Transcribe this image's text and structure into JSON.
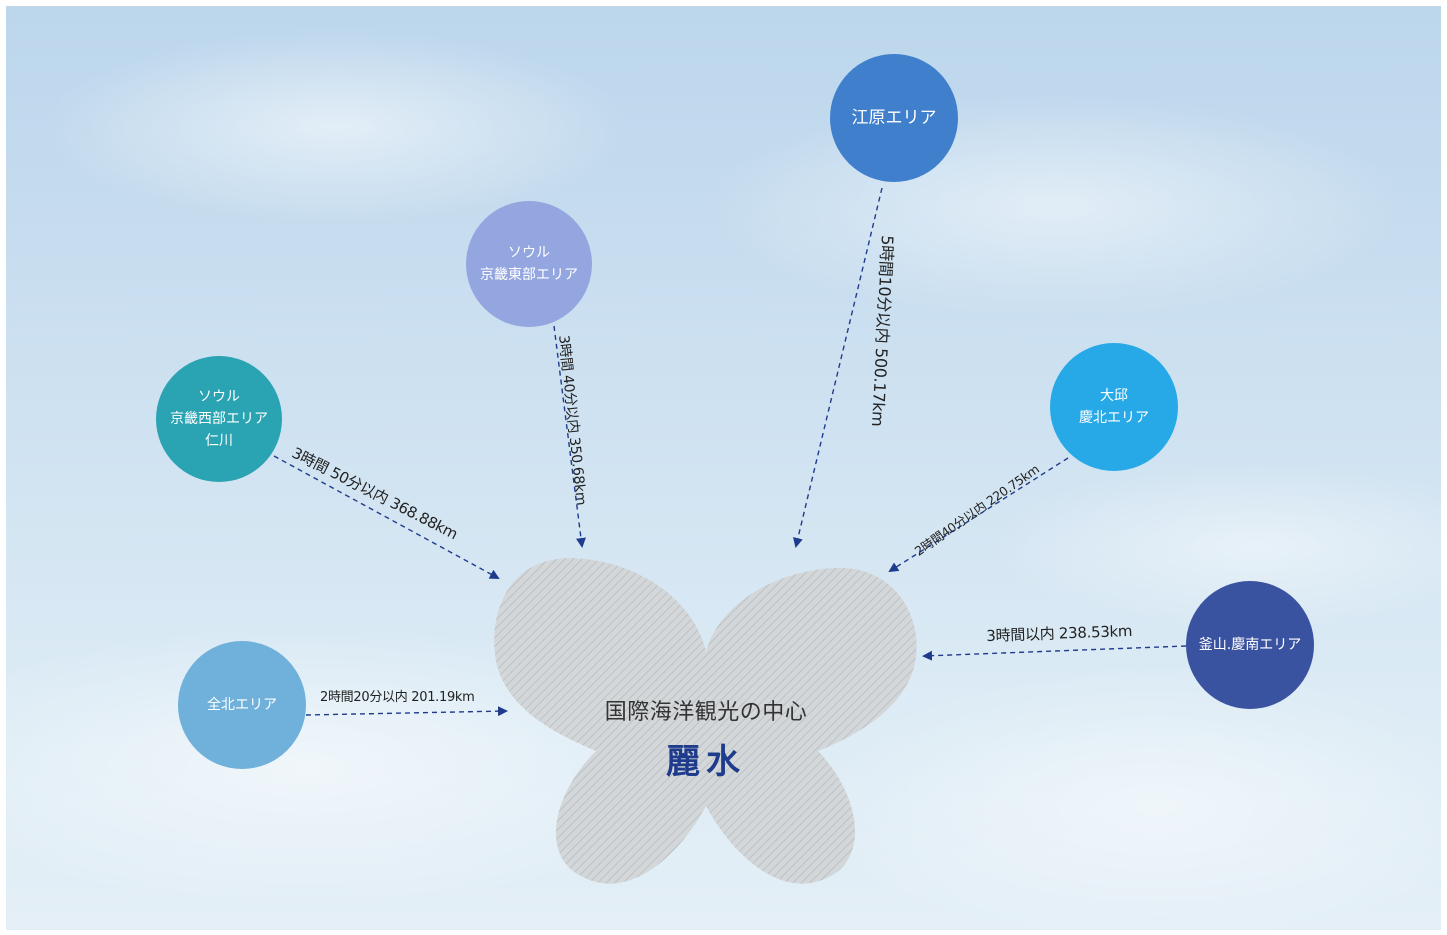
{
  "center": {
    "subtitle": "国際海洋観光の中心",
    "title": "麗水"
  },
  "regions": [
    {
      "id": "gangwon",
      "lines": [
        "江原エリア"
      ],
      "color": "#3f7fcc"
    },
    {
      "id": "seoul-east",
      "lines": [
        "ソウル",
        "京畿東部エリア"
      ],
      "color": "#93a6e0"
    },
    {
      "id": "seoul-west",
      "lines": [
        "ソウル",
        "京畿西部エリア",
        "仁川"
      ],
      "color": "#2aa3b3"
    },
    {
      "id": "daegu",
      "lines": [
        "大邱",
        "慶北エリア"
      ],
      "color": "#27a9e8"
    },
    {
      "id": "busan",
      "lines": [
        "釜山.慶南エリア"
      ],
      "color": "#3a53a0"
    },
    {
      "id": "jeonbuk",
      "lines": [
        "全北エリア"
      ],
      "color": "#6fb1da"
    }
  ],
  "routes": [
    {
      "from": "gangwon",
      "label": "5時間10分以内 500.17km"
    },
    {
      "from": "seoul-east",
      "label": "3時間 40分以内 350.68km"
    },
    {
      "from": "seoul-west",
      "label": "3時間 50分以内 368.88km"
    },
    {
      "from": "daegu",
      "label": "2時間40分以内 220.75km"
    },
    {
      "from": "busan",
      "label": "3時間以内 238.53km"
    },
    {
      "from": "jeonbuk",
      "label": "2時間20分以内 201.19km"
    }
  ],
  "colors": {
    "arrow": "#1f3b8c",
    "butterfly_fill": "#cfd3d5",
    "butterfly_hatch": "#b5babd"
  }
}
